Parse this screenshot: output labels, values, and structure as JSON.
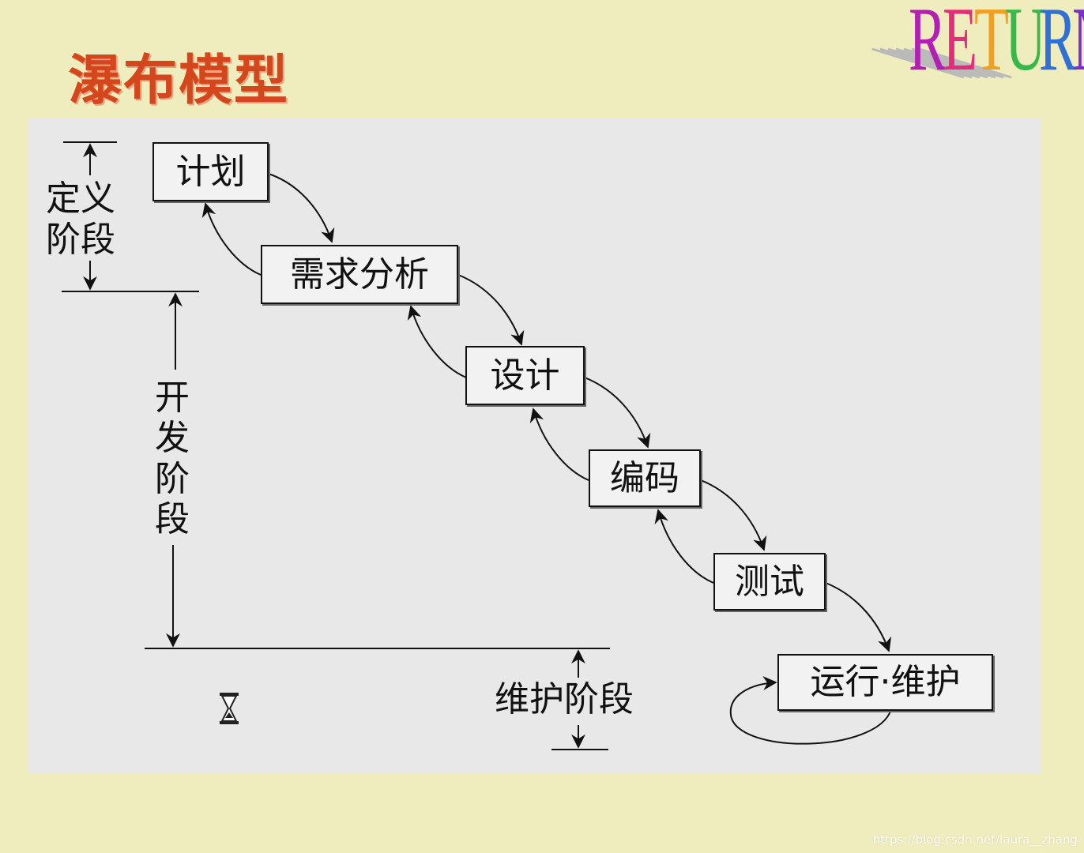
{
  "title": "瀑布模型",
  "logo": {
    "letters": [
      {
        "char": "R",
        "color": "#b11fb3"
      },
      {
        "char": "E",
        "color": "#e62b7a"
      },
      {
        "char": "T",
        "color": "#f0a020"
      },
      {
        "char": "U",
        "color": "#39b84a"
      },
      {
        "char": "R",
        "color": "#2f6fd6"
      },
      {
        "char": "N",
        "color": "#7a2fc8"
      }
    ]
  },
  "stages": [
    {
      "id": "plan",
      "label": "计划"
    },
    {
      "id": "requirements",
      "label": "需求分析"
    },
    {
      "id": "design",
      "label": "设计"
    },
    {
      "id": "coding",
      "label": "编码"
    },
    {
      "id": "testing",
      "label": "测试"
    },
    {
      "id": "operation",
      "label": "运行·维护"
    }
  ],
  "phases": {
    "define": "定义阶段",
    "develop": "开发阶段",
    "maintain": "维护阶段"
  },
  "watermark": "https://blog.csdn.net/laura__zhang",
  "colors": {
    "title": "#d4471c",
    "background": "#efecbd",
    "panel": "#e8e8e8",
    "line": "#111111"
  }
}
